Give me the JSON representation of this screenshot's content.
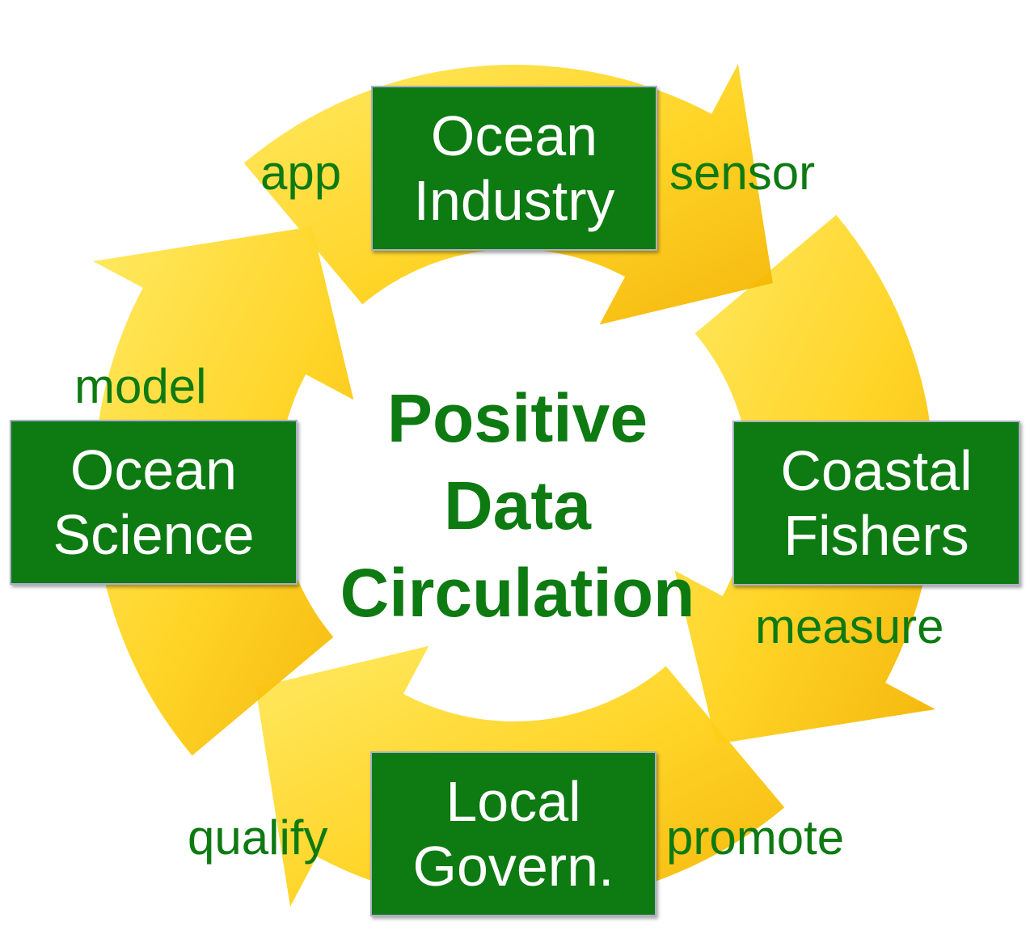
{
  "diagram": {
    "center_title": [
      "Positive",
      "Data",
      "Circulation"
    ],
    "nodes": {
      "top": [
        "Ocean",
        "Industry"
      ],
      "right": [
        "Coastal",
        "Fishers"
      ],
      "bottom": [
        "Local",
        "Govern."
      ],
      "left": [
        "Ocean",
        "Science"
      ]
    },
    "labels": {
      "app": "app",
      "sensor": "sensor",
      "model": "model",
      "measure": "measure",
      "qualify": "qualify",
      "promote": "promote"
    },
    "colors": {
      "node_fill": "#0d7a12",
      "node_text": "#ffffff",
      "label_text": "#0d7a12",
      "arrow_light": "#ffe14a",
      "arrow_dark": "#f5b800"
    }
  }
}
